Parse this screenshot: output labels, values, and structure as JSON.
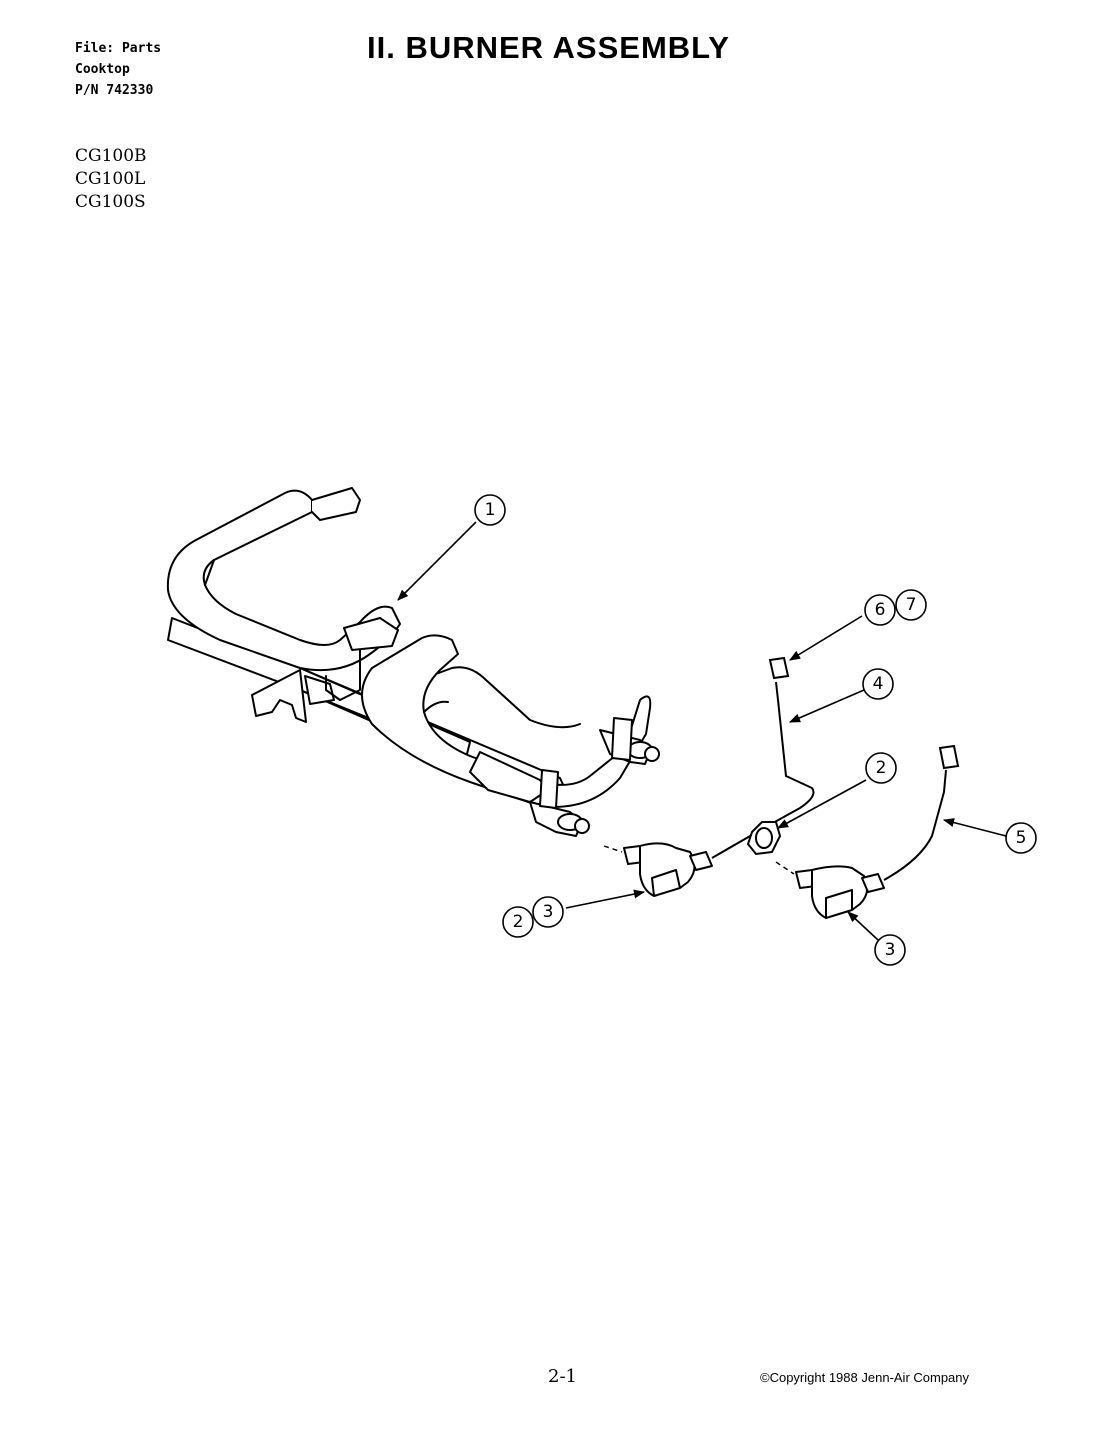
{
  "file_info": {
    "file": "File: Parts",
    "type": "Cooktop",
    "part_number": "P/N 742330"
  },
  "title": "II. BURNER ASSEMBLY",
  "models": [
    "CG100B",
    "CG100L",
    "CG100S"
  ],
  "callouts": {
    "c1": "1",
    "c6": "6",
    "c7": "7",
    "c4": "4",
    "c2a": "2",
    "c5": "5",
    "c2b": "2",
    "c3a": "3",
    "c3b": "3"
  },
  "footer": {
    "page": "2-1",
    "copyright": "©Copyright 1988 Jenn-Air Company"
  }
}
